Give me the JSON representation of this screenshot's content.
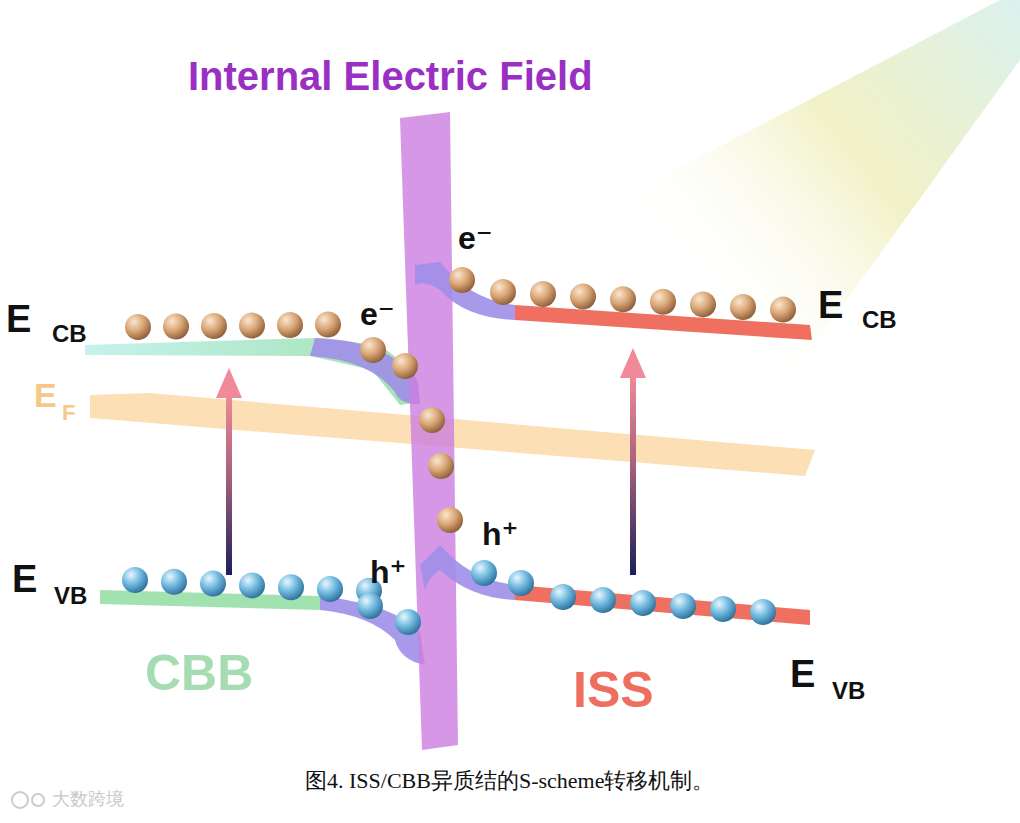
{
  "diagram": {
    "title": "Internal Electric Field",
    "caption": "图4. ISS/CBB异质结的S-scheme转移机制。",
    "labels": [
      "E",
      "CB",
      "E",
      "F",
      "E",
      "VB",
      "e⁻",
      "e⁻",
      "h⁺",
      "h⁺",
      "CBB",
      "ISS",
      "E",
      "CB",
      "E",
      "VB",
      "大数跨境"
    ]
  }
}
